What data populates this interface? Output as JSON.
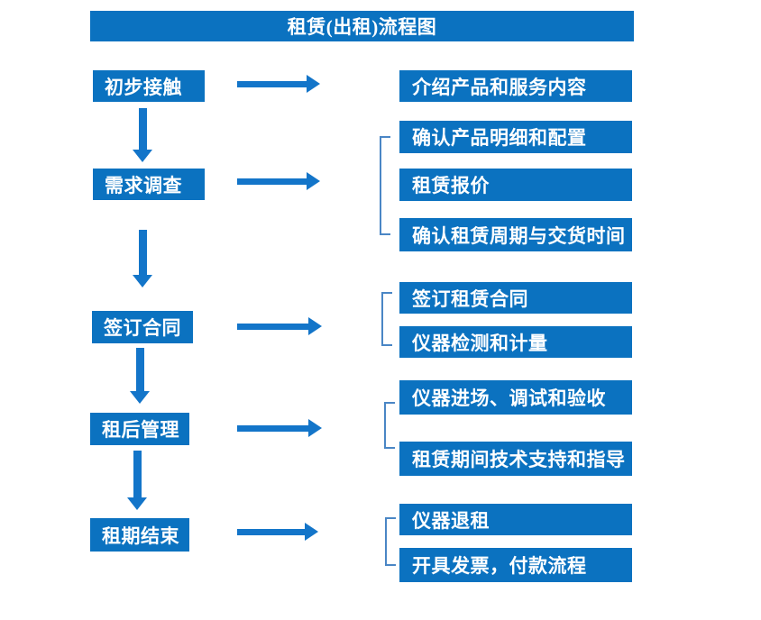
{
  "title": "租赁(出租)流程图",
  "colors": {
    "box_blue": "#0b72c0",
    "arrow_blue": "#1375c9",
    "bracket_blue": "#4a86c5",
    "text_white": "#ffffff",
    "background": "#ffffff"
  },
  "steps": [
    {
      "label": "初步接触",
      "details": [
        "介绍产品和服务内容"
      ]
    },
    {
      "label": "需求调查",
      "details": [
        "确认产品明细和配置",
        "租赁报价",
        "确认租赁周期与交货时间"
      ]
    },
    {
      "label": "签订合同",
      "details": [
        "签订租赁合同",
        "仪器检测和计量"
      ]
    },
    {
      "label": "租后管理",
      "details": [
        "仪器进场、调试和验收",
        "租赁期间技术支持和指导"
      ]
    },
    {
      "label": "租期结束",
      "details": [
        "仪器退租",
        "开具发票，付款流程"
      ]
    }
  ]
}
